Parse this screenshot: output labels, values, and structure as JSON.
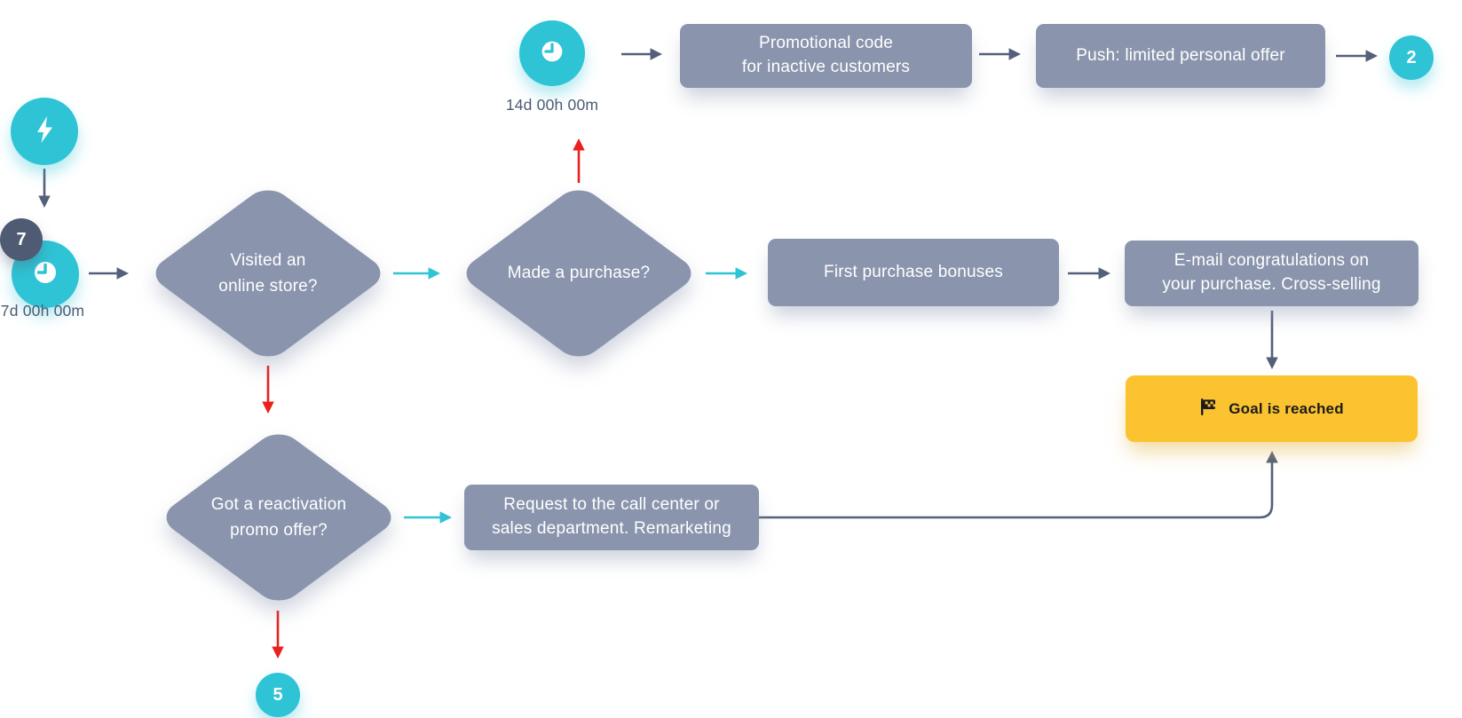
{
  "colors": {
    "teal": "#2fc3d6",
    "slate": "#8a95ad",
    "slate_dark": "#4e5b72",
    "arrow": "#54607a",
    "red": "#e9201d",
    "yellow": "#fbc32f"
  },
  "nodes": {
    "trigger": {
      "icon": "lightning"
    },
    "delay_7d": {
      "badge": "7",
      "label": "7d 00h 00m"
    },
    "decision_visited": {
      "line1": "Visited an",
      "line2": "online store?"
    },
    "delay_14d": {
      "label": "14d 00h 00m"
    },
    "action_promo_code": {
      "line1": "Promotional code",
      "line2": "for inactive customers"
    },
    "action_push_offer": {
      "label": "Push: limited personal offer"
    },
    "exit_2": {
      "label": "2"
    },
    "decision_purchase": {
      "label": "Made a purchase?"
    },
    "action_first_bonus": {
      "label": "First purchase bonuses"
    },
    "action_email_congrats": {
      "line1": "E-mail congratulations on",
      "line2": "your purchase. Cross-selling"
    },
    "goal": {
      "label": "Goal is reached"
    },
    "decision_reactivation": {
      "line1": "Got a reactivation",
      "line2": "promo offer?"
    },
    "action_call_center": {
      "line1": "Request to the call center or",
      "line2": "sales department. Remarketing"
    },
    "exit_5": {
      "label": "5"
    }
  }
}
